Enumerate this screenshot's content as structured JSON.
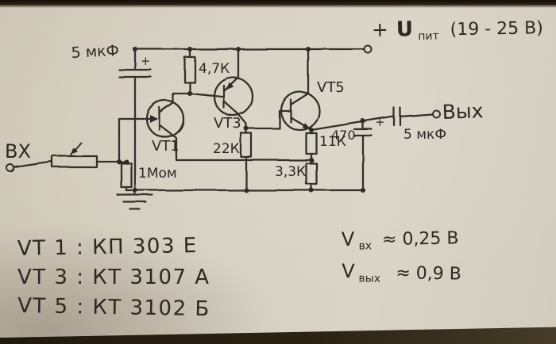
{
  "photo": {
    "description": "hand-drawn transistor amplifier schematic on paper",
    "paper_color": "#d6d0c2",
    "ink_color": "#33302a"
  },
  "schematic": {
    "power_plus": "+",
    "power_symbol": "U",
    "power_sub": "пит",
    "power_range": "(19 - 25 В)",
    "input_label": "ВХ",
    "output_label": "Вых",
    "c1_label": "5 мкФ",
    "c1_plus": "+",
    "c470_label": "470",
    "c470_plus": "+",
    "cout_label": "5 мкФ",
    "r_4k7": "4,7К",
    "r_1m": "1Мом",
    "r_22k": "22К",
    "r_3k3": "3,3К",
    "r_11k": "11К",
    "vt1": "VT1",
    "vt3": "VT3",
    "vt5": "VT5"
  },
  "notes": {
    "parts": [
      "VT 1 :  КП 303 Е",
      "VT 3 :  КТ 3107 А",
      "VT 5 :  КТ 3102 Б"
    ],
    "voltages": [
      {
        "symbol": "V",
        "sub": "вх",
        "value": "≈  0,25 В"
      },
      {
        "symbol": "V",
        "sub": "вых",
        "value": "≈  0,9 В"
      }
    ]
  }
}
